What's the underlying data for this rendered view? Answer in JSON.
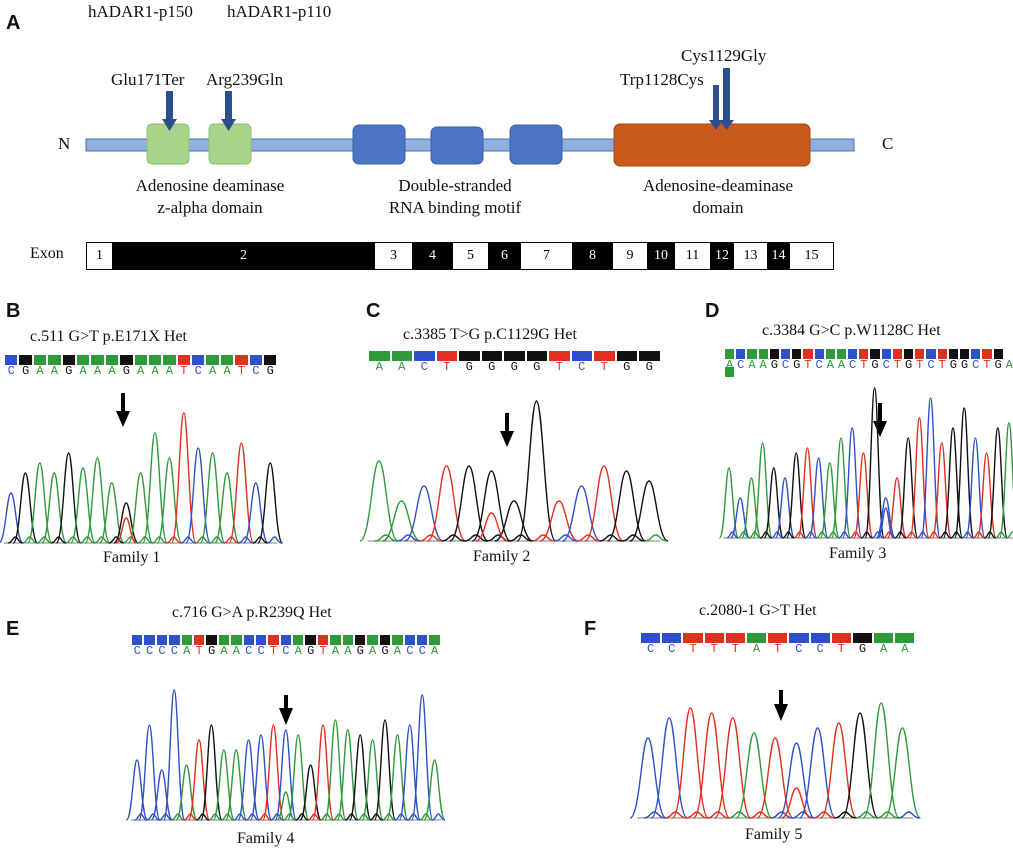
{
  "colors": {
    "A": "#2e9a3a",
    "C": "#3050c8",
    "G": "#111111",
    "T": "#e03020",
    "zalpha": "#a7d38a",
    "dsrbd": "#4a74c4",
    "deam": "#c85a1e",
    "backbone": "#8fb0dc",
    "arrow": "#2c4f8c"
  },
  "panelA": {
    "letter": "A",
    "iso1": "hADAR1-p150",
    "iso2": "hADAR1-p110",
    "n_label": "N",
    "c_label": "C",
    "muts": {
      "m1": "Glu171Ter",
      "m2": "Arg239Gln",
      "m3": "Cys1129Gly",
      "m4": "Trp1128Cys"
    },
    "domains": {
      "d1_line1": "Adenosine deaminase",
      "d1_line2": "z-alpha domain",
      "d2_line1": "Double-stranded",
      "d2_line2": "RNA binding motif",
      "d3_line1": "Adenosine-deaminase",
      "d3_line2": "domain"
    },
    "exon_label": "Exon",
    "exons": [
      {
        "n": "1",
        "w": 25,
        "dark": false
      },
      {
        "n": "2",
        "w": 262,
        "dark": true
      },
      {
        "n": "3",
        "w": 38,
        "dark": false
      },
      {
        "n": "4",
        "w": 40,
        "dark": true
      },
      {
        "n": "5",
        "w": 36,
        "dark": false
      },
      {
        "n": "6",
        "w": 32,
        "dark": true
      },
      {
        "n": "7",
        "w": 52,
        "dark": false
      },
      {
        "n": "8",
        "w": 40,
        "dark": true
      },
      {
        "n": "9",
        "w": 35,
        "dark": false
      },
      {
        "n": "10",
        "w": 27,
        "dark": true
      },
      {
        "n": "11",
        "w": 36,
        "dark": false
      },
      {
        "n": "12",
        "w": 23,
        "dark": true
      },
      {
        "n": "13",
        "w": 34,
        "dark": false
      },
      {
        "n": "14",
        "w": 22,
        "dark": true
      },
      {
        "n": "15",
        "w": 44,
        "dark": false
      }
    ]
  },
  "panelB": {
    "letter": "B",
    "title": "c.511 G>T p.E171X Het",
    "seq": "CGAAGAAAGAAATCAATCG",
    "family": "Family 1"
  },
  "panelC": {
    "letter": "C",
    "title": "c.3385 T>G p.C1129G Het",
    "seq": "AACTGGGGTCTGG",
    "family": "Family 2"
  },
  "panelD": {
    "letter": "D",
    "title": "c.3384 G>C p.W1128C Het",
    "seq": "ACAAGCGTCAACTGCTGTCTGGCTGA",
    "family": "Family 3"
  },
  "panelE": {
    "letter": "E",
    "title": "c.716 G>A p.R239Q Het",
    "seq": "CCCCATGAACCTCAGTAAGAGACCA",
    "family": "Family 4"
  },
  "panelF": {
    "letter": "F",
    "title": "c.2080-1 G>T Het",
    "seq": "CCTTTATCCTGAA",
    "family": "Family 5"
  }
}
